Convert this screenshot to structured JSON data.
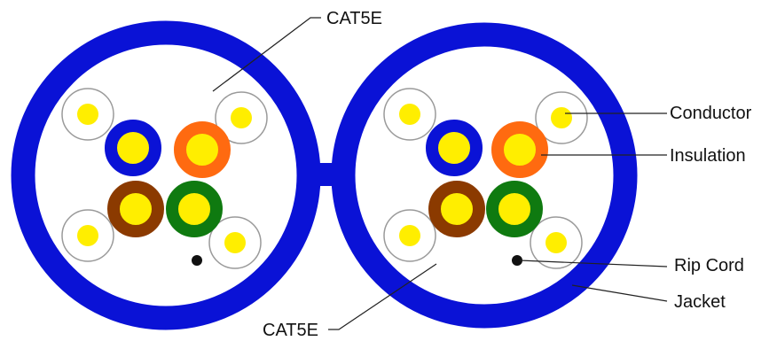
{
  "labels": {
    "top_cable": "CAT5E",
    "bottom_cable": "CAT5E",
    "conductor": "Conductor",
    "insulation": "Insulation",
    "rip_cord": "Rip Cord",
    "jacket": "Jacket"
  },
  "colors": {
    "jacket": "#0a12d6",
    "conductor": "#ffee00",
    "pair_blue": "#0a12d6",
    "pair_orange": "#ff6a10",
    "pair_brown": "#8b3a00",
    "pair_green": "#0f7a10",
    "white_insulation_stroke": "#9a9a9a",
    "rip_cord": "#111111"
  }
}
